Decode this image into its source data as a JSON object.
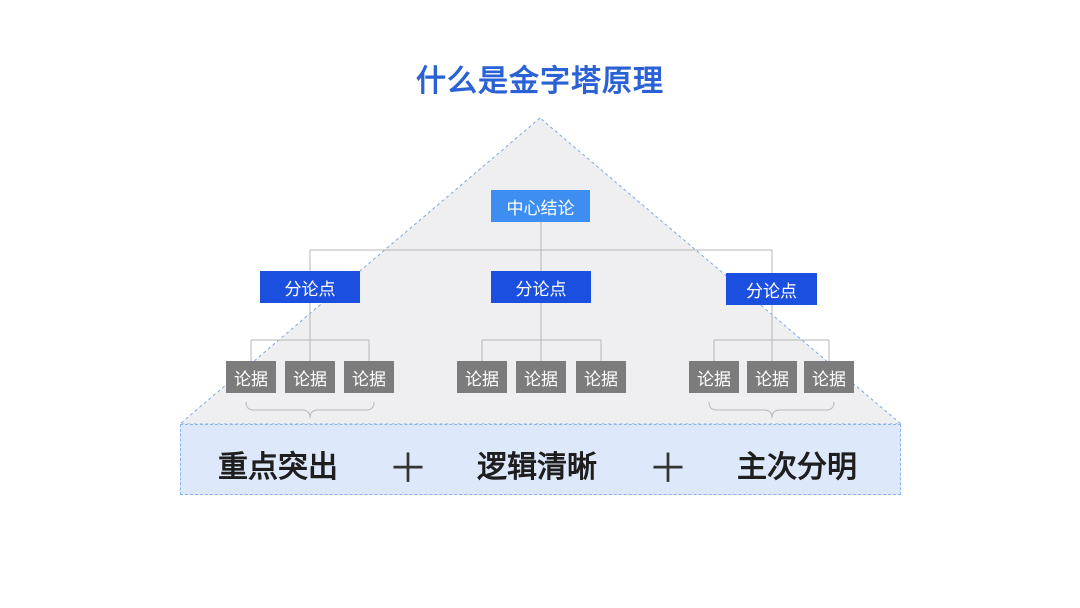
{
  "title": "什么是金字塔原理",
  "diagram": {
    "root": "中心结论",
    "branches": [
      {
        "label": "分论点",
        "leaves": [
          "论据",
          "论据",
          "论据"
        ]
      },
      {
        "label": "分论点",
        "leaves": [
          "论据",
          "论据",
          "论据"
        ]
      },
      {
        "label": "分论点",
        "leaves": [
          "论据",
          "论据",
          "论据"
        ]
      }
    ]
  },
  "summary": {
    "items": [
      "重点突出",
      "逻辑清晰",
      "主次分明"
    ],
    "operator": "＋"
  },
  "colors": {
    "title": "#2a62d6",
    "root_box": "#3d8ef0",
    "branch_box": "#1b4fe0",
    "leaf_box": "#7c7c7c",
    "band": "#dde9fb",
    "pyramid": "#efeff1"
  }
}
